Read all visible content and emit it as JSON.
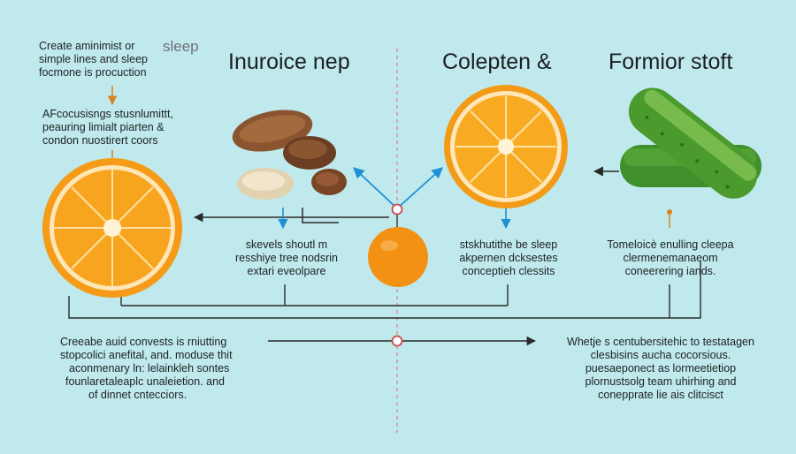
{
  "colors": {
    "background": "#bfe9ec",
    "line": "#2b2b2b",
    "accent_blue": "#1f8fd6",
    "accent_orange": "#d9821f",
    "center_divider": "#d98a8a"
  },
  "top_left_note": {
    "lines": [
      "Create aminimist or",
      "simple lines and sleep",
      "focmone is procuction"
    ],
    "sleep_word": "sleep"
  },
  "headings": {
    "left": "Inuroice nep",
    "center": "Colepten &",
    "right": "Formior stoft"
  },
  "left_note": {
    "lines": [
      "AFcocusisngs stusnlumittt,",
      "peauring limialt piarten &",
      "condon nuostirert coors"
    ]
  },
  "captions": {
    "nuts": [
      "skevels shoutl m",
      "resshiye tree nodsrin",
      "extari eveolpare"
    ],
    "orange": [
      "stskhutithe be sleep",
      "akpernen dcksestes",
      "conceptieh clessits"
    ],
    "cucumber": [
      "Tomeloicè enulling cleepa",
      "clermenemanaeom",
      "coneerering iands."
    ]
  },
  "bottom_left": {
    "lines": [
      "Creeabe auid convests is rniutting",
      "stopcolici anefital, and. moduse thit",
      "aconmenary ln: lelainkleh sontes",
      "founlaretaleaplc unaleietion. and",
      "of dinnet cntecciors."
    ]
  },
  "bottom_right": {
    "lines": [
      "Whetje s centubersitehic to testatagen",
      "clesbisins aucha cocorsious.",
      "puesaeponect as lormeetietiop",
      "plornustsolg team uhirhing and",
      "conepprate lie ais clitcisct"
    ]
  },
  "icons": {
    "left_orange": "orange-half-icon",
    "nuts": "nuts-icon",
    "center_orange": "orange-half-icon",
    "small_orange": "orange-fruit-icon",
    "cucumber": "cucumber-icon"
  }
}
